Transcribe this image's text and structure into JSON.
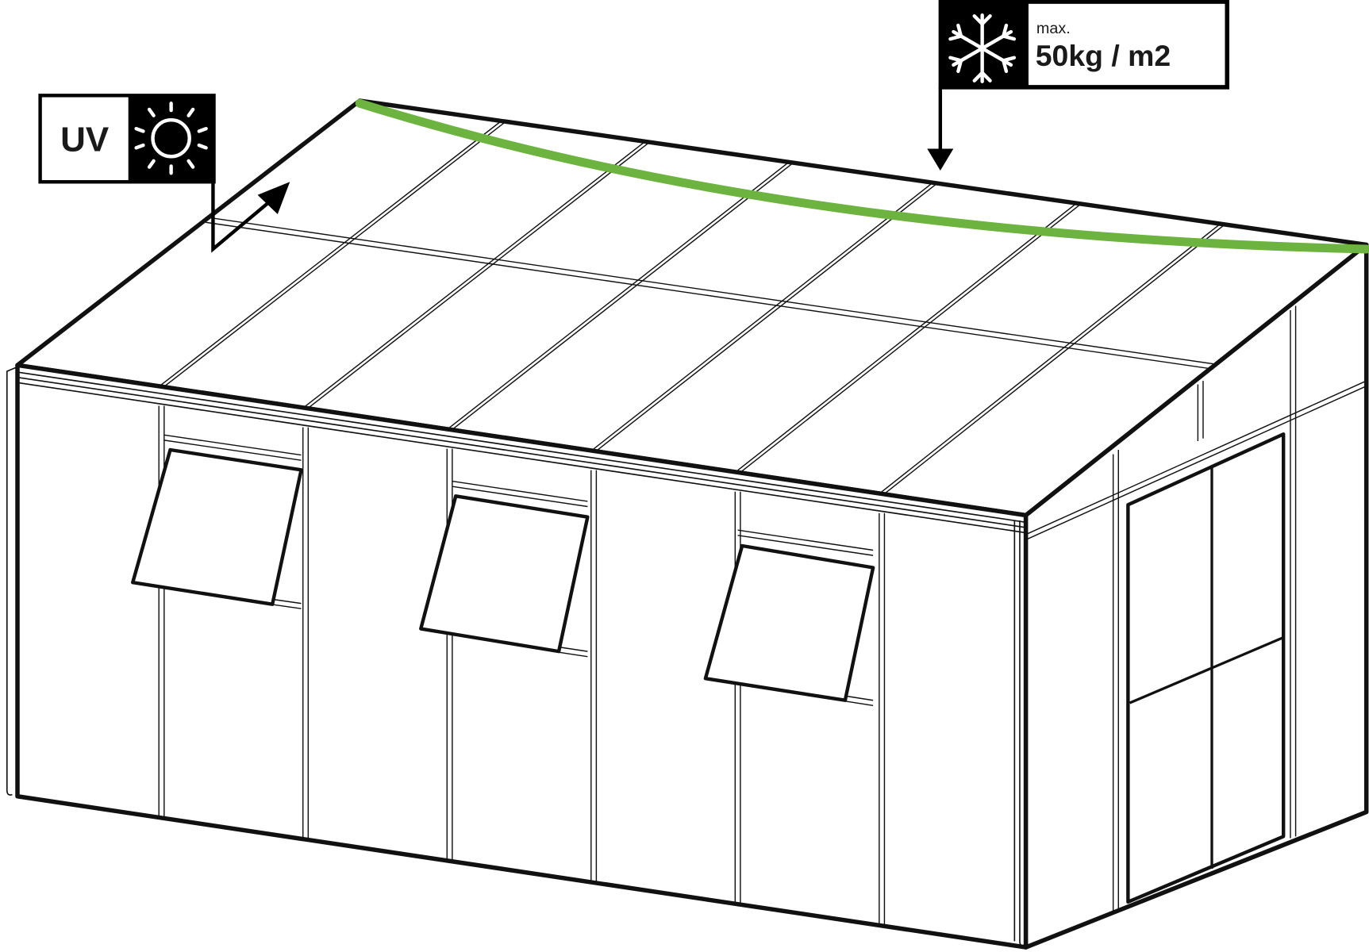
{
  "uv_label": {
    "text": "UV",
    "icon": "sun-icon"
  },
  "snow_label": {
    "prefix": "max.",
    "value": "50kg / m2",
    "icon": "snowflake-icon"
  },
  "colors": {
    "highlight": "#6db33f",
    "line": "#111111",
    "background": "#ffffff"
  }
}
